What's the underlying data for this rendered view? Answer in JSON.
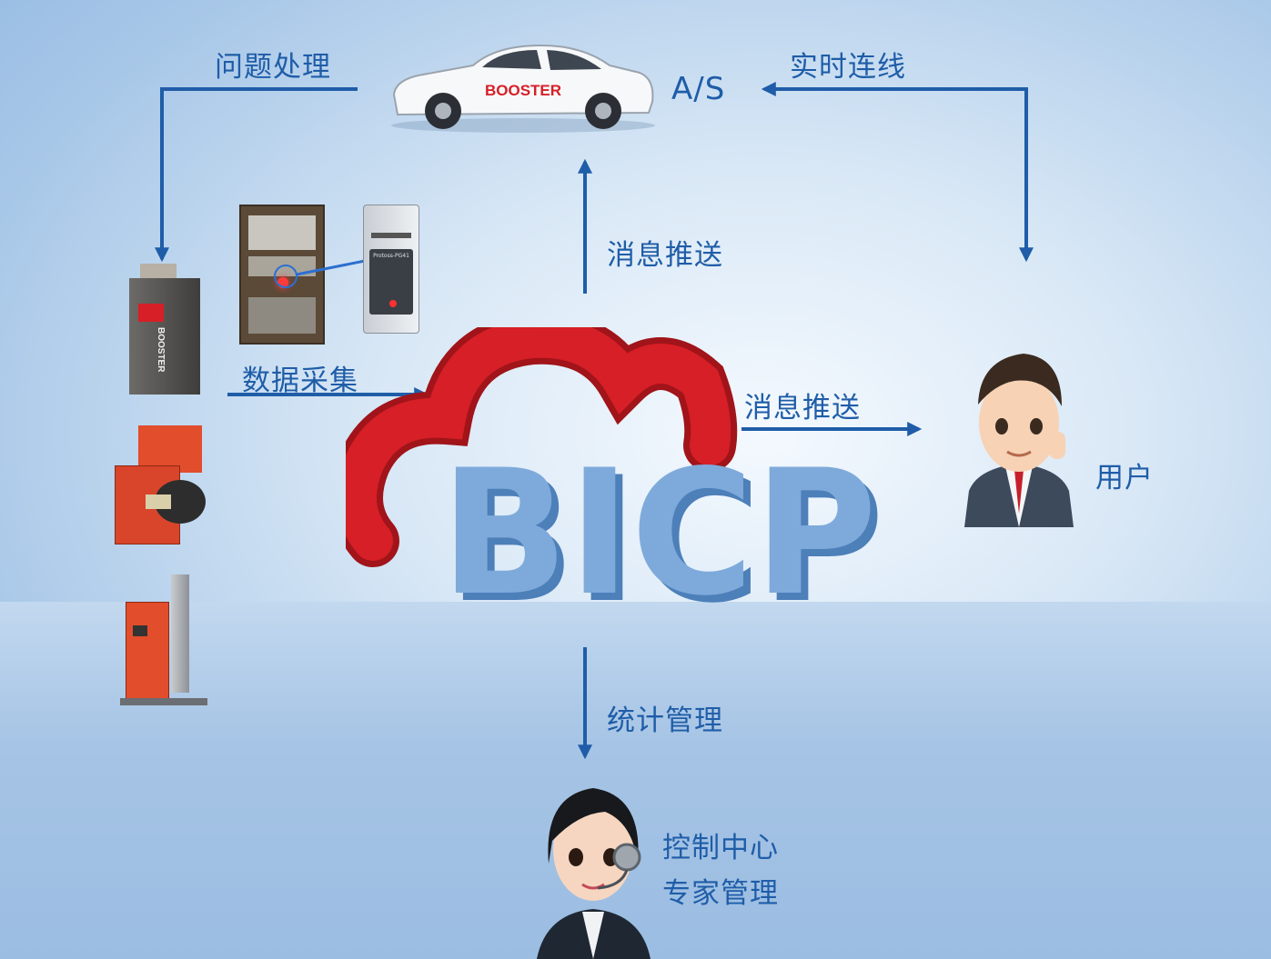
{
  "labels": {
    "issue_handling": "问题处理",
    "realtime_link": "实时连线",
    "as": "A/S",
    "push_up": "消息推送",
    "data_collect": "数据采集",
    "push_right": "消息推送",
    "user": "用户",
    "stats": "统计管理",
    "control_center": "控制中心",
    "expert_mgmt": "专家管理"
  },
  "logo_text": "BICP",
  "car_brand": "BOOSTER",
  "boiler_brand": "BOOSTER",
  "device_model": "Protoss-PG41",
  "colors": {
    "arrow": "#1f5da8",
    "cloud_red": "#d61f26",
    "logo_blue": "#6f9ed0",
    "boiler_orange": "#e24d2c"
  }
}
